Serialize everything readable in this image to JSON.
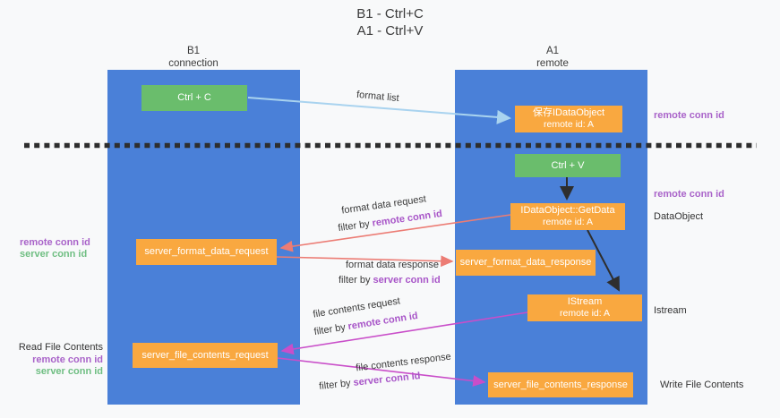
{
  "title": {
    "line1": "B1 - Ctrl+C",
    "line2": "A1 - Ctrl+V"
  },
  "columns": {
    "left": {
      "name": "B1",
      "subtitle": "connection"
    },
    "right": {
      "name": "A1",
      "subtitle": "remote"
    }
  },
  "nodes": {
    "ctrl_c": {
      "label": "Ctrl + C"
    },
    "ctrl_v": {
      "label": "Ctrl + V"
    },
    "save_dataobject": {
      "line1": "保存IDataObject",
      "line2": "remote id: A"
    },
    "getdata": {
      "line1": "IDataObject::GetData",
      "line2": "remote id: A"
    },
    "istream": {
      "line1": "IStream",
      "line2": "remote id: A"
    },
    "server_format_data_request": {
      "label": "server_format_data_request"
    },
    "server_format_data_response": {
      "label": "server_format_data_response"
    },
    "server_file_contents_request": {
      "label": "server_file_contents_request"
    },
    "server_file_contents_response": {
      "label": "server_file_contents_response"
    }
  },
  "flows": {
    "format_list": {
      "label": "format list"
    },
    "format_data_request": {
      "label": "format data request",
      "filter_prefix": "filter by",
      "filter_value": "remote conn id"
    },
    "format_data_response": {
      "label": "format data response",
      "filter_prefix": "filter by",
      "filter_value": "server conn id"
    },
    "file_contents_request": {
      "label": "file contents request",
      "filter_prefix": "filter by",
      "filter_value": "remote conn id"
    },
    "file_contents_response": {
      "label": "file contents response",
      "filter_prefix": "filter by",
      "filter_value": "server conn id"
    }
  },
  "side_labels": {
    "right_remote_conn_id_top": "remote conn id",
    "right_remote_conn_id_mid": "remote conn id",
    "right_dataobject": "DataObject",
    "right_istream": "Istream",
    "right_write_file_contents": "Write File Contents",
    "left_remote_conn_id_top": "remote conn id",
    "left_server_conn_id_top": "server conn id",
    "left_read_file_contents": "Read File Contents",
    "left_remote_conn_id_bottom": "remote conn id",
    "left_server_conn_id_bottom": "server conn id"
  },
  "colors": {
    "column_blue": "#4a80d8",
    "box_orange": "#f9a840",
    "box_green": "#6abd6c",
    "arrow_light_blue": "#a9d3ef",
    "arrow_red": "#ec7c74",
    "arrow_magenta": "#c94ec9",
    "arrow_black": "#2e2e2e",
    "label_purple": "#a963c9",
    "label_green": "#6fbe82",
    "background": "#f8f9fa"
  }
}
